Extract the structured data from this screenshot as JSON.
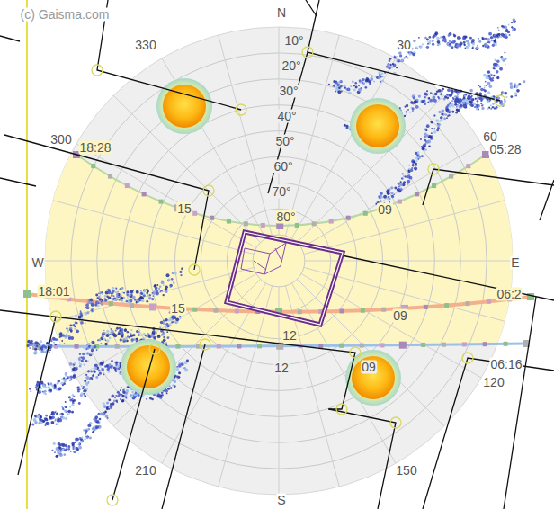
{
  "diagram": {
    "labels": [
      "(c) Gaisma.com",
      "N",
      "330",
      "30",
      "10°",
      "20°",
      "30°",
      "40°",
      "50°",
      "60°",
      "70°",
      "80°",
      "300",
      "18:28",
      "60",
      "05:28",
      "15",
      "09",
      "W",
      "E",
      "18:01",
      "06:2",
      "15",
      "12",
      "09",
      "12",
      "09",
      "06:16",
      "120",
      "210",
      "150",
      "S"
    ]
  }
}
